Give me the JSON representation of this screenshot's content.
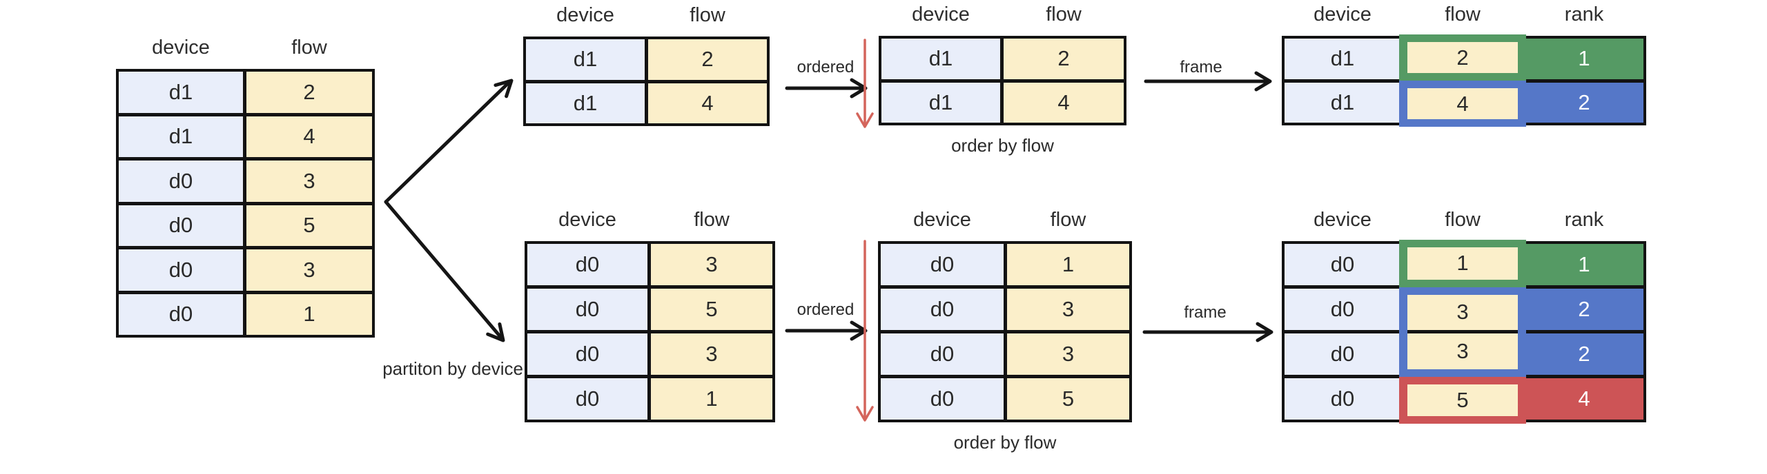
{
  "colors": {
    "device_cell": "#e9eefa",
    "flow_cell": "#fbefca",
    "grid_line": "#131313",
    "rank_green": "#559a64",
    "rank_blue": "#5577c8",
    "rank_red": "#cd5456",
    "order_arrow_red": "#d4655c",
    "text_dark": "#2a2a2a",
    "text_light": "#ffffff"
  },
  "labels": {
    "ordered": "ordered",
    "frame": "frame",
    "partition": "partiton by device",
    "order_by_flow": "order by flow"
  },
  "tables": [
    {
      "id": "source",
      "headers": [
        "device",
        "flow"
      ],
      "rows": [
        [
          "d1",
          "2"
        ],
        [
          "d1",
          "4"
        ],
        [
          "d0",
          "3"
        ],
        [
          "d0",
          "5"
        ],
        [
          "d0",
          "3"
        ],
        [
          "d0",
          "1"
        ]
      ]
    },
    {
      "id": "partition-d1",
      "headers": [
        "device",
        "flow"
      ],
      "rows": [
        [
          "d1",
          "2"
        ],
        [
          "d1",
          "4"
        ]
      ]
    },
    {
      "id": "ordered-d1",
      "headers": [
        "device",
        "flow"
      ],
      "rows": [
        [
          "d1",
          "2"
        ],
        [
          "d1",
          "4"
        ]
      ],
      "caption": "order by flow"
    },
    {
      "id": "ranked-d1",
      "headers": [
        "device",
        "flow",
        "rank"
      ],
      "rows": [
        [
          "d1",
          "2",
          "1"
        ],
        [
          "d1",
          "4",
          "2"
        ]
      ],
      "rank_colors": [
        "rank_green",
        "rank_blue"
      ],
      "frames": [
        {
          "color": "rank_green",
          "from": 0,
          "to": 0
        },
        {
          "color": "rank_blue",
          "from": 1,
          "to": 1
        }
      ]
    },
    {
      "id": "partition-d0",
      "headers": [
        "device",
        "flow"
      ],
      "rows": [
        [
          "d0",
          "3"
        ],
        [
          "d0",
          "5"
        ],
        [
          "d0",
          "3"
        ],
        [
          "d0",
          "1"
        ]
      ]
    },
    {
      "id": "ordered-d0",
      "headers": [
        "device",
        "flow"
      ],
      "rows": [
        [
          "d0",
          "1"
        ],
        [
          "d0",
          "3"
        ],
        [
          "d0",
          "3"
        ],
        [
          "d0",
          "5"
        ]
      ],
      "caption": "order by flow"
    },
    {
      "id": "ranked-d0",
      "headers": [
        "device",
        "flow",
        "rank"
      ],
      "rows": [
        [
          "d0",
          "1",
          "1"
        ],
        [
          "d0",
          "3",
          "2"
        ],
        [
          "d0",
          "3",
          "2"
        ],
        [
          "d0",
          "5",
          "4"
        ]
      ],
      "rank_colors": [
        "rank_green",
        "rank_blue",
        "rank_blue",
        "rank_red"
      ],
      "frames": [
        {
          "color": "rank_green",
          "from": 0,
          "to": 0
        },
        {
          "color": "rank_blue",
          "from": 1,
          "to": 2
        },
        {
          "color": "rank_red",
          "from": 3,
          "to": 3
        }
      ]
    }
  ]
}
